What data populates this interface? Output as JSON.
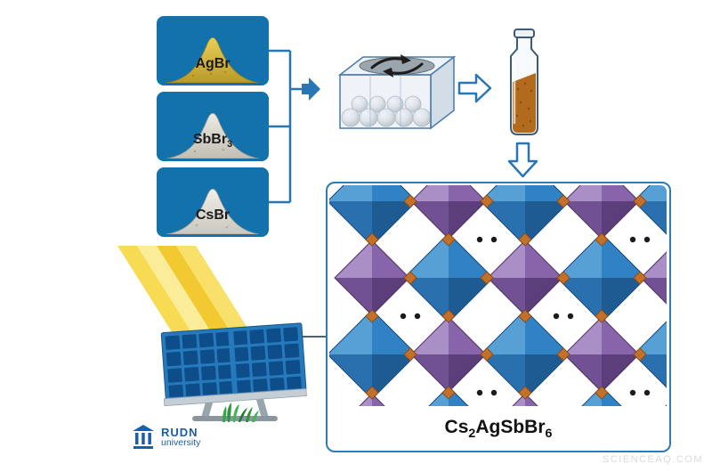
{
  "reagents": [
    {
      "main": "AgBr",
      "sub": "",
      "powder": "gold"
    },
    {
      "main": "SbBr",
      "sub": "3",
      "powder": "silver"
    },
    {
      "main": "CsBr",
      "sub": "",
      "powder": "white"
    }
  ],
  "product": {
    "seg1": "Cs",
    "sub1": "2",
    "seg2": "AgSbBr",
    "sub2": "6"
  },
  "process": {
    "steps": [
      "reagent powders",
      "ball milling",
      "product powder vial",
      "double perovskite crystal structure",
      "solar panel application"
    ]
  },
  "icons": {
    "arrow_right": "block-arrow-right",
    "arrow_down": "block-arrow-down",
    "rotation": "milling-rotation-arrows"
  },
  "colors": {
    "box_blue": "#1371ab",
    "accent_blue": "#2a76b5",
    "octahedron_blue": "#3182c4",
    "octahedron_purple": "#8865aa",
    "bridge_orange": "#c2702a",
    "powder_amber": "#b26a1c",
    "ray_yellow": "#f3c728",
    "panel_blue": "#2679ba",
    "grass_green": "#2f9440",
    "logo_blue": "#1c5ea6"
  },
  "logo": {
    "title": "RUDN",
    "subtitle": "university"
  },
  "watermark": "SCIENCEAQ.COM"
}
